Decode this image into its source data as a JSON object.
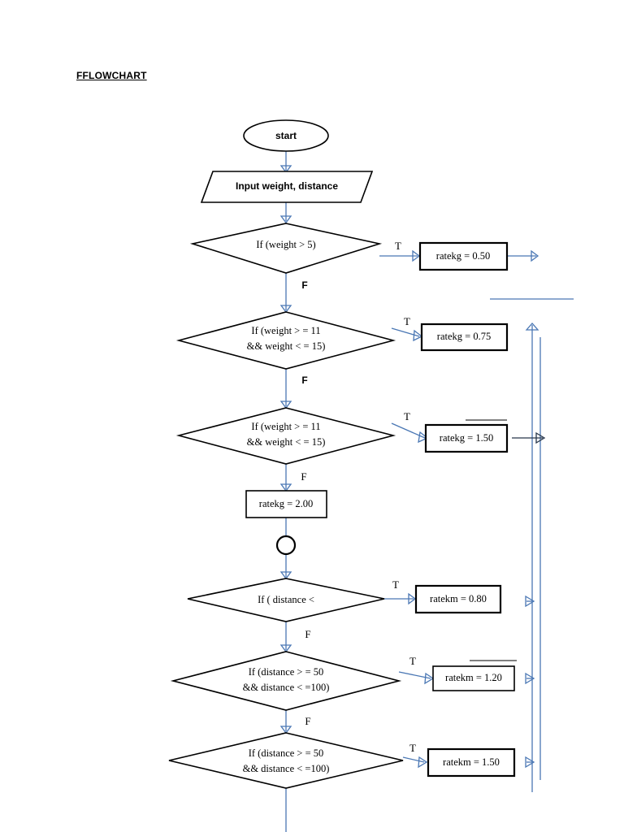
{
  "document": {
    "title": "FFLOWCHART"
  },
  "flowchart": {
    "nodes": [
      {
        "id": "start",
        "type": "terminator",
        "label": "start"
      },
      {
        "id": "input",
        "type": "io",
        "label": "Input weight, distance"
      },
      {
        "id": "dec1",
        "type": "decision",
        "line1": "If (weight > 5)",
        "line2": ""
      },
      {
        "id": "proc1",
        "type": "process",
        "label": "ratekg = 0.50"
      },
      {
        "id": "dec2",
        "type": "decision",
        "line1": "If (weight > = 11",
        "line2": "&& weight < = 15)"
      },
      {
        "id": "proc2",
        "type": "process",
        "label": "ratekg = 0.75"
      },
      {
        "id": "dec3",
        "type": "decision",
        "line1": "If (weight > = 11",
        "line2": "&& weight < = 15)"
      },
      {
        "id": "proc3",
        "type": "process",
        "label": "ratekg = 1.50"
      },
      {
        "id": "proc4",
        "type": "process",
        "label": "ratekg = 2.00"
      },
      {
        "id": "connector",
        "type": "connector",
        "label": ""
      },
      {
        "id": "dec4",
        "type": "decision",
        "line1": "If ( distance <",
        "line2": ""
      },
      {
        "id": "proc5",
        "type": "process",
        "label": "ratekm = 0.80"
      },
      {
        "id": "dec5",
        "type": "decision",
        "line1": "If (distance  >  =  50",
        "line2": "&& distance < =100)"
      },
      {
        "id": "proc6",
        "type": "process",
        "label": "ratekm = 1.20"
      },
      {
        "id": "dec6",
        "type": "decision",
        "line1": "If  (distance   >   =   50",
        "line2": "&& distance < =100)"
      },
      {
        "id": "proc7",
        "type": "process",
        "label": "ratekm = 1.50"
      }
    ],
    "branch_labels": {
      "true_1": "T",
      "false_1": "F",
      "true_2": "T",
      "false_2": "F",
      "true_3": "T",
      "false_3": "F",
      "true_4": "T",
      "false_4": "F",
      "true_5": "T",
      "false_5": "F",
      "true_6": "T"
    },
    "colors": {
      "connector_line": "#4a77b4",
      "connector_line_dark": "#27364b",
      "shape_stroke": "#000000",
      "shape_fill": "#ffffff",
      "page_background": "#ffffff"
    }
  }
}
